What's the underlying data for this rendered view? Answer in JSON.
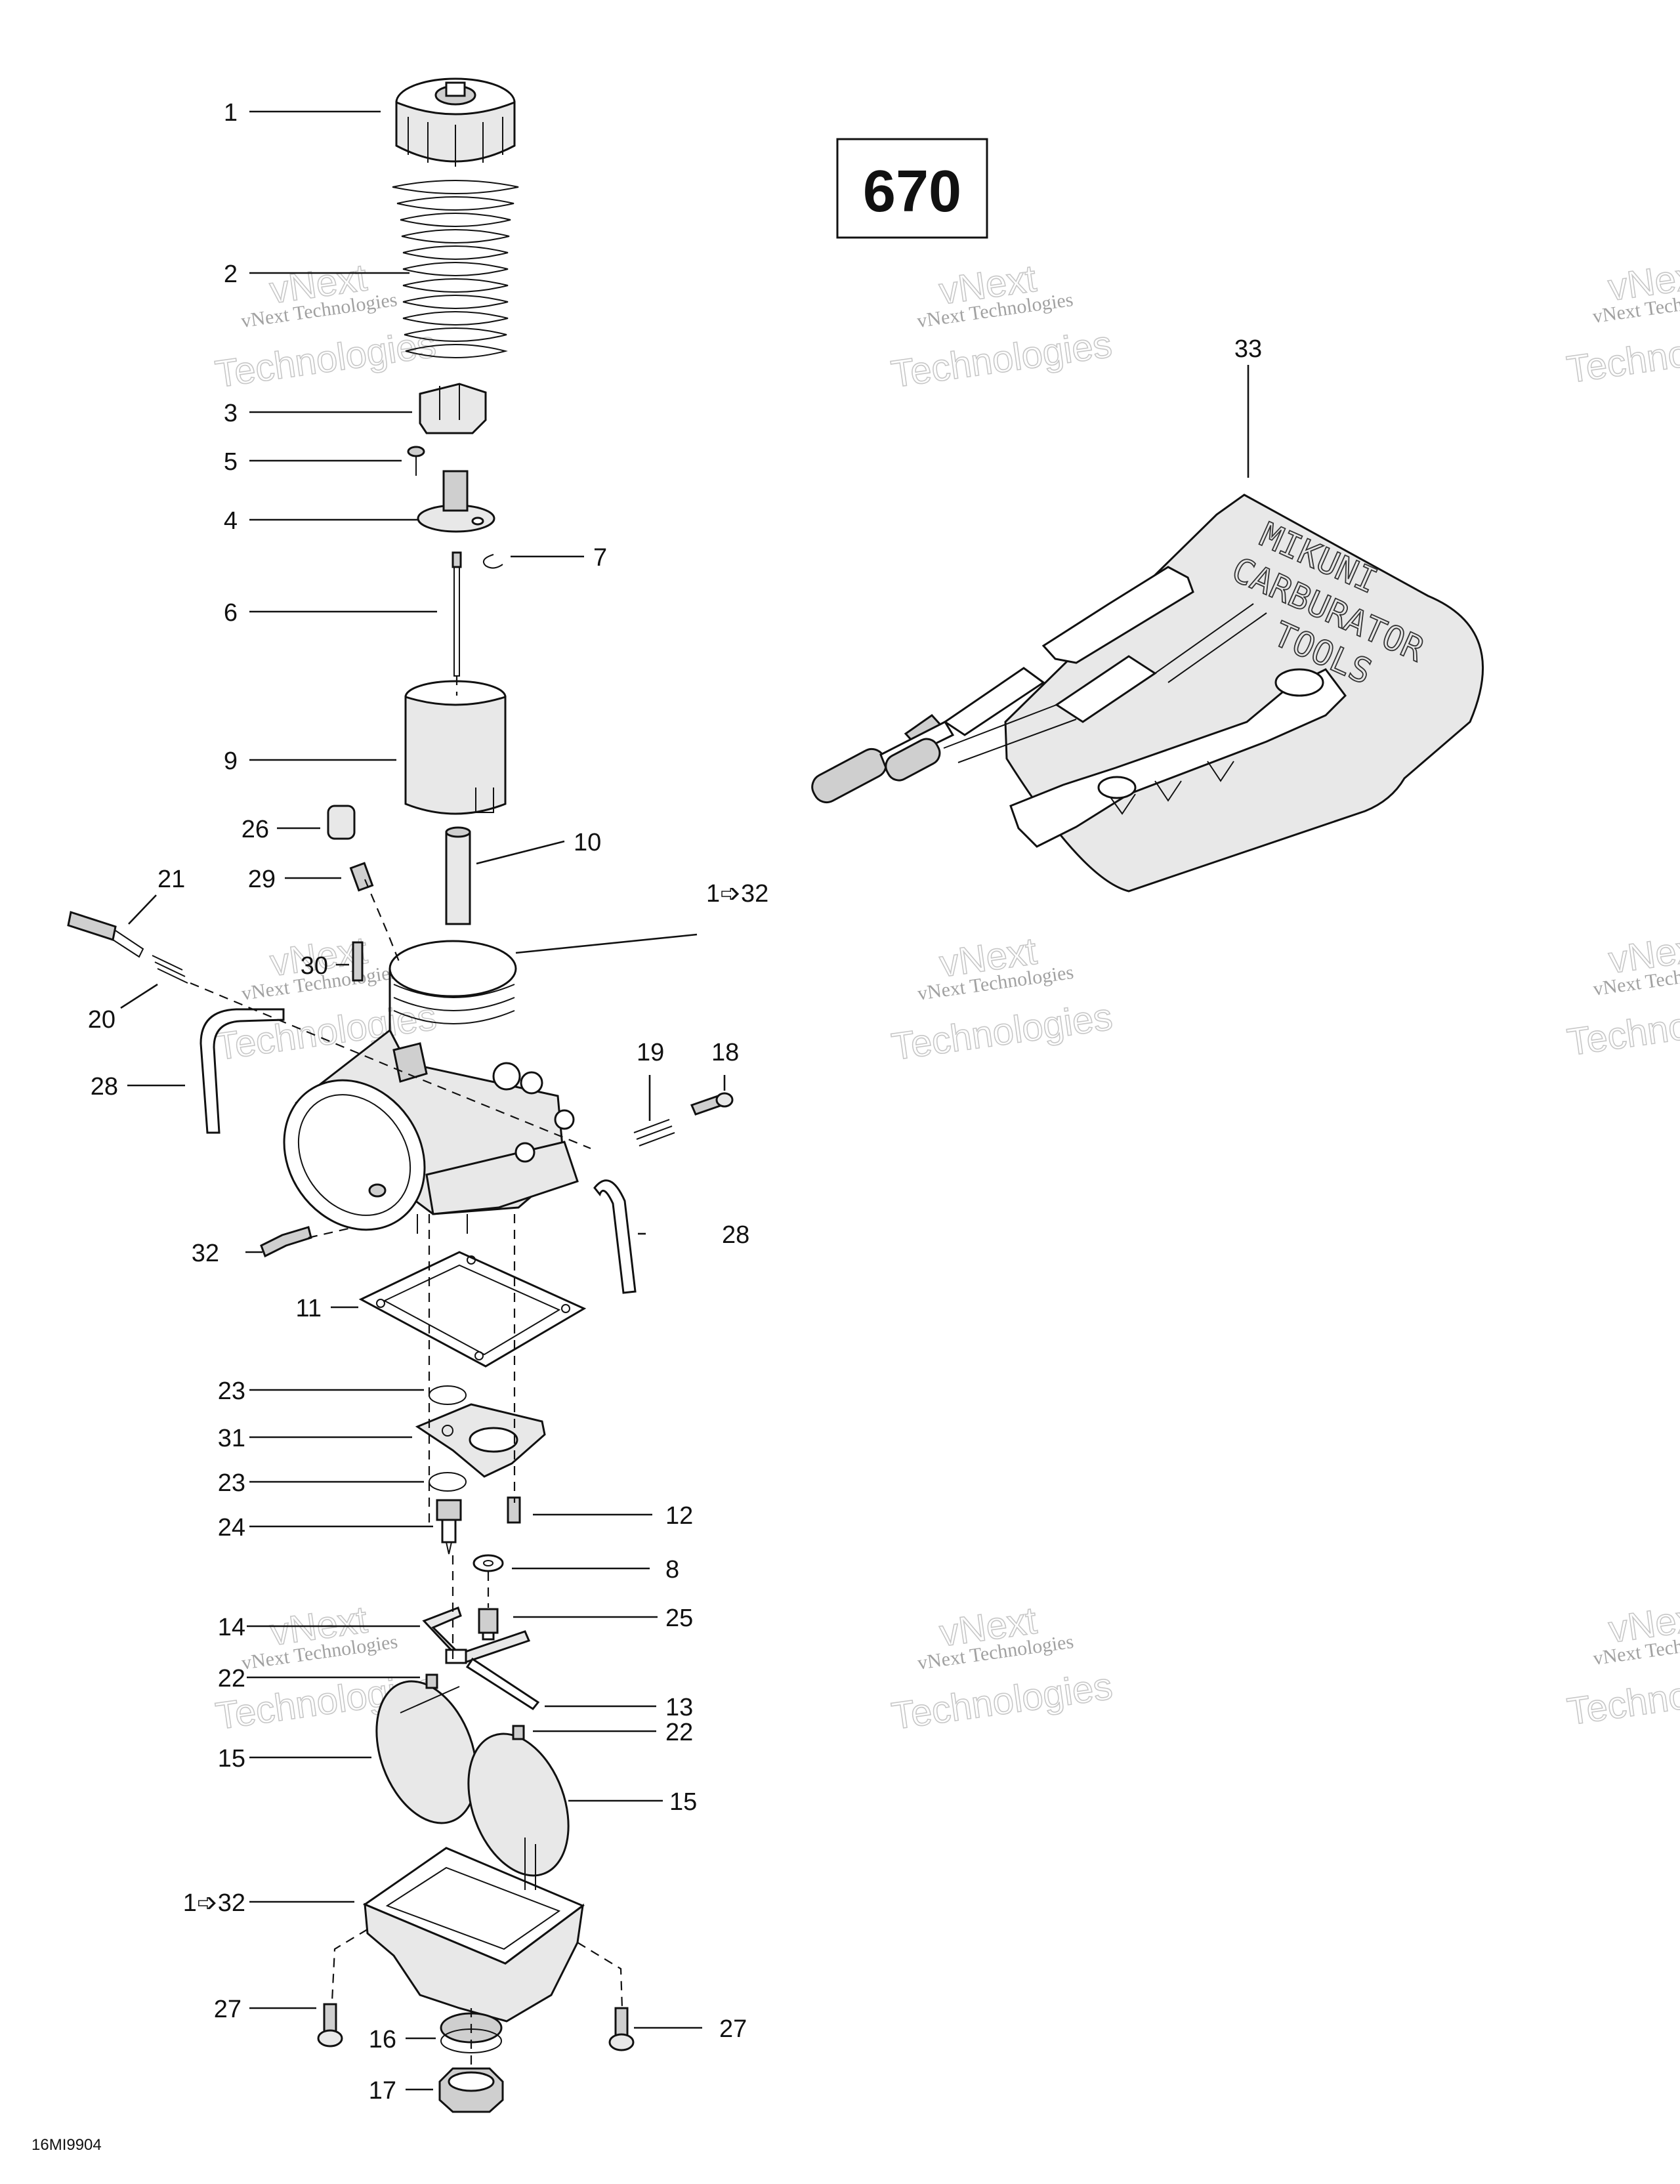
{
  "model_label": "670",
  "reference_code": "16MI9904",
  "watermark": {
    "line1": "vNext Technologies",
    "line2": "vNext",
    "line3": "Technologies"
  },
  "tool_bag_text": {
    "line1": "MIKUNI",
    "line2": "CARBURATOR",
    "line3": "TOOLS"
  },
  "callouts": {
    "c1": "1",
    "c2": "2",
    "c3": "3",
    "c4": "4",
    "c5": "5",
    "c6": "6",
    "c7": "7",
    "c8": "8",
    "c9": "9",
    "c10": "10",
    "c11": "11",
    "c12": "12",
    "c13": "13",
    "c14": "14",
    "c15a": "15",
    "c15b": "15",
    "c16": "16",
    "c17": "17",
    "c18": "18",
    "c19": "19",
    "c20": "20",
    "c21": "21",
    "c22a": "22",
    "c22b": "22",
    "c23a": "23",
    "c23b": "23",
    "c24": "24",
    "c25": "25",
    "c26": "26",
    "c27a": "27",
    "c27b": "27",
    "c28a": "28",
    "c28b": "28",
    "c29": "29",
    "c30": "30",
    "c31": "31",
    "c32": "32",
    "c33": "33",
    "body_range": "1➩32",
    "bowl_range": "1➩32"
  }
}
